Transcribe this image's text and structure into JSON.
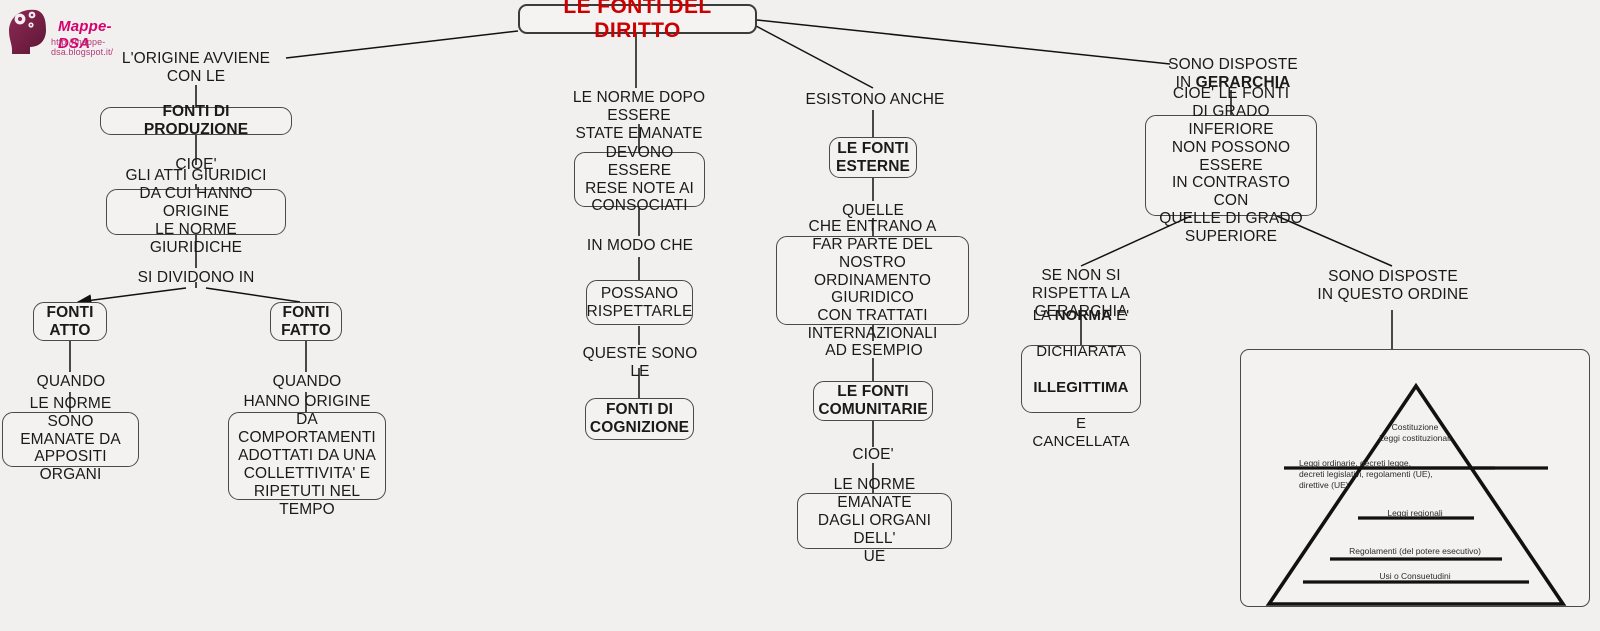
{
  "logo": {
    "brand": "Mappe-DSA",
    "url": "http://mappe-dsa.blogspot.it/",
    "icon": "head-gears-icon"
  },
  "title": {
    "text": "LE FONTI DEL DIRITTO",
    "color": "#cc0000"
  },
  "branches": {
    "origine": {
      "link_root": "L'ORIGINE AVVIENE\nCON LE",
      "node_produzione": "FONTI DI PRODUZIONE",
      "link_cioe": "CIOE'",
      "node_atti": "GLI ATTI GIURIDICI\nDA CUI HANNO ORIGINE\nLE NORME GIURIDICHE",
      "link_dividono": "SI DIVIDONO IN",
      "node_fonti_atto": "FONTI\nATTO",
      "node_fonti_fatto": "FONTI\nFATTO",
      "link_quando_left": "QUANDO",
      "link_quando_right": "QUANDO",
      "node_norme_emanate": "LE NORME SONO\nEMANATE DA\nAPPOSITI ORGANI",
      "node_comportamenti": "HANNO ORIGINE DA\nCOMPORTAMENTI\nADOTTATI DA UNA\nCOLLETTIVITA' E\nRIPETUTI NEL TEMPO"
    },
    "cognizione": {
      "link_root": "LE NORME DOPO ESSERE\nSTATE EMANATE",
      "node_rese_note": "DEVONO ESSERE\nRESE NOTE AI\nCONSOCIATI",
      "link_in_modo_che": "IN MODO CHE",
      "node_possano": "POSSANO\nRISPETTARLE",
      "link_queste_sono": "QUESTE SONO\nLE",
      "node_fonti_cognizione": "FONTI DI\nCOGNIZIONE"
    },
    "esterne": {
      "link_root": "ESISTONO ANCHE",
      "node_fonti_esterne": "LE FONTI\nESTERNE",
      "link_quelle": "QUELLE",
      "node_entrano": "CHE ENTRANO A\nFAR PARTE DEL NOSTRO\nORDINAMENTO GIURIDICO\nCON TRATTATI\nINTERNAZIONALI",
      "link_ad_esempio": "AD ESEMPIO",
      "node_comunitarie": "LE FONTI\nCOMUNITARIE",
      "link_cioe": "CIOE'",
      "node_norme_ue": "LE NORME EMANATE\nDAGLI ORGANI DELL'\nUE"
    },
    "gerarchia": {
      "link_root_plain": "SONO DISPOSTE\nIN ",
      "link_root_bold": "GERARCHIA",
      "node_cioe_fonti": "CIOE' LE FONTI\nDI GRADO INFERIORE\nNON POSSONO ESSERE\nIN CONTRASTO CON\nQUELLE DI GRADO\nSUPERIORE",
      "link_se_non": "SE NON SI\nRISPETTA LA\nGERARCHIA",
      "node_norma_illegittima": {
        "line1_plain": "LA ",
        "line1_bold": "NORMA",
        "line1_tail": " E'",
        "line2": "DICHIARATA",
        "line3_bold": "ILLEGITTIMA",
        "line4": "E CANCELLATA"
      },
      "link_questo_ordine": "SONO DISPOSTE\nIN QUESTO ORDINE"
    }
  },
  "pyramid": {
    "levels": [
      {
        "label": "Costituzione\nLeggi costituzionali"
      },
      {
        "label": "Leggi ordinarie, decreti legge,\ndecreti legislativi, regolamenti (UE),\ndirettive (UE)"
      },
      {
        "label": "Leggi regionali"
      },
      {
        "label": "Regolamenti (del potere esecutivo)"
      },
      {
        "label": "Usi o Consuetudini"
      }
    ]
  }
}
